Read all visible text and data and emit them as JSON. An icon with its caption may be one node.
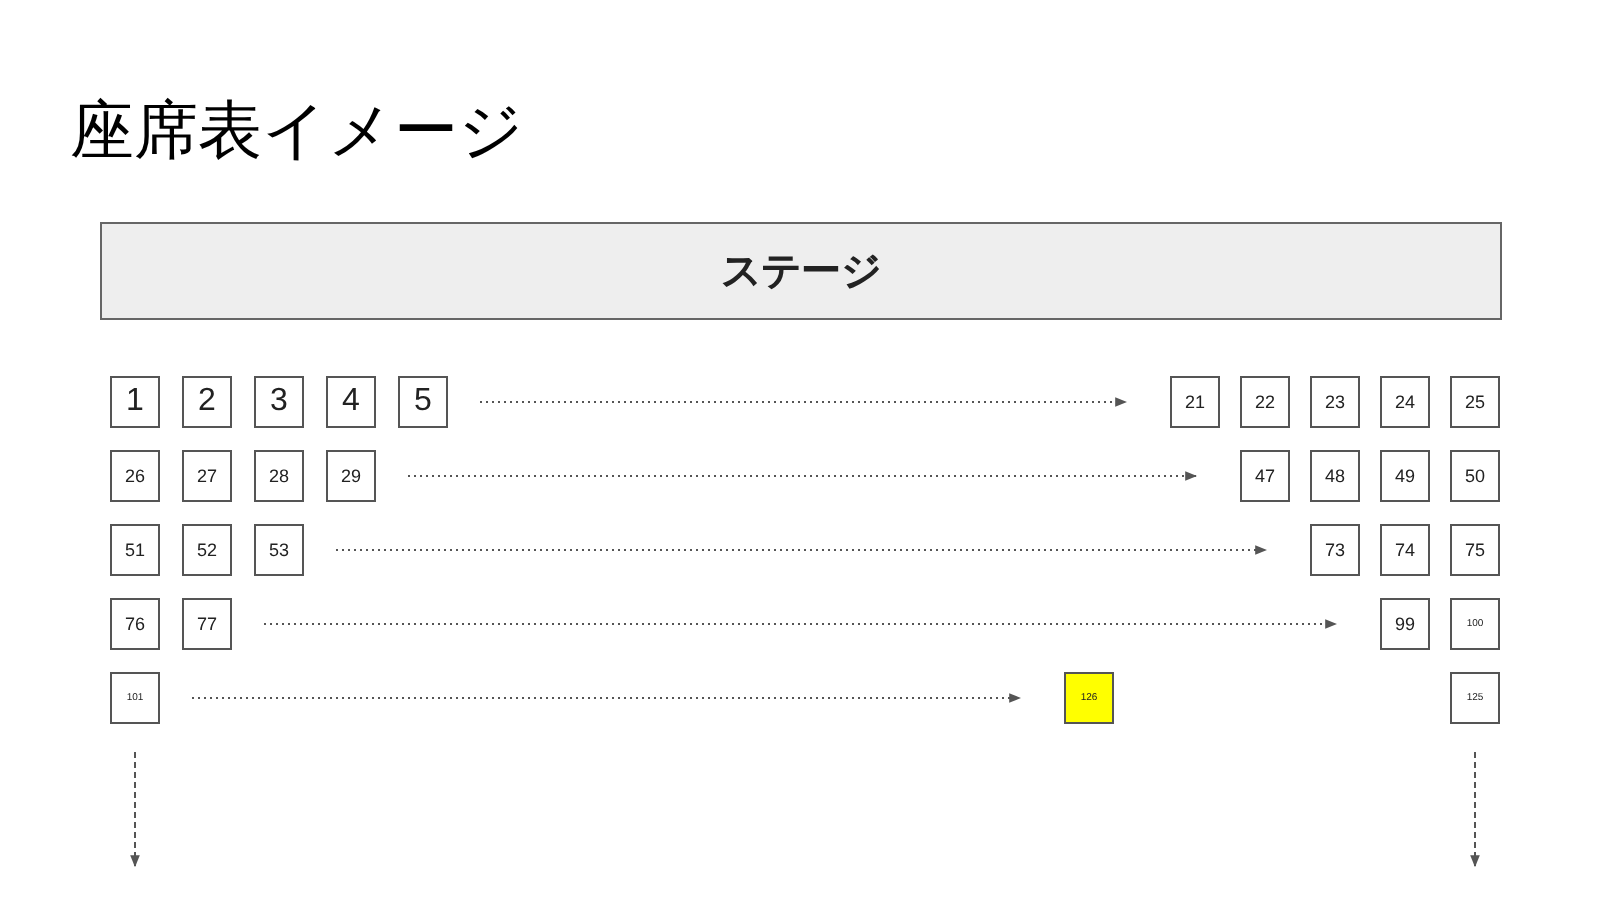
{
  "diagram": {
    "title": "座席表イメージ",
    "nodes": [
      {
        "text": [
          "ステージ"
        ]
      },
      {
        "text": [
          "1"
        ]
      },
      {
        "text": [
          "2"
        ]
      },
      {
        "text": [
          "3"
        ]
      },
      {
        "text": [
          "4"
        ]
      },
      {
        "text": [
          "5"
        ]
      },
      {
        "text": [
          "21"
        ]
      },
      {
        "text": [
          "22"
        ]
      },
      {
        "text": [
          "23"
        ]
      },
      {
        "text": [
          "24"
        ]
      },
      {
        "text": [
          "25"
        ]
      },
      {
        "text": [
          "26"
        ]
      },
      {
        "text": [
          "27"
        ]
      },
      {
        "text": [
          "28"
        ]
      },
      {
        "text": [
          "29"
        ]
      },
      {
        "text": [
          "47"
        ]
      },
      {
        "text": [
          "48"
        ]
      },
      {
        "text": [
          "49"
        ]
      },
      {
        "text": [
          "50"
        ]
      },
      {
        "text": [
          "51"
        ]
      },
      {
        "text": [
          "52"
        ]
      },
      {
        "text": [
          "53"
        ]
      },
      {
        "text": [
          "73"
        ]
      },
      {
        "text": [
          "74"
        ]
      },
      {
        "text": [
          "75"
        ]
      },
      {
        "text": [
          "76"
        ]
      },
      {
        "text": [
          "77"
        ]
      },
      {
        "text": [
          "99"
        ]
      },
      {
        "text": [
          "100"
        ]
      },
      {
        "text": [
          "101"
        ]
      },
      {
        "text": [
          "126"
        ]
      },
      {
        "text": [
          "125"
        ]
      }
    ],
    "edges": [
      {
        "from": 5,
        "to": 6,
        "arrow": "to"
      },
      {
        "from": 14,
        "to": 15,
        "arrow": "to"
      },
      {
        "from": 21,
        "to": 22,
        "arrow": "to"
      },
      {
        "from": 26,
        "to": 27,
        "arrow": "to"
      },
      {
        "from": 29,
        "to": 30,
        "arrow": "to"
      },
      {
        "from": 29,
        "to": null,
        "arrow": "to",
        "style": "dashed"
      },
      {
        "from": 31,
        "to": null,
        "arrow": "to",
        "style": "dashed"
      }
    ]
  }
}
